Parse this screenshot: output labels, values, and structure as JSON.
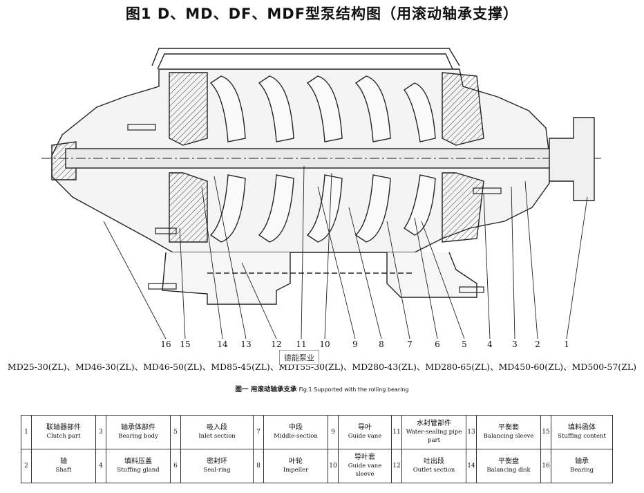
{
  "title": "图1  D、MD、DF、MDF型泵结构图（用滚动轴承支撑）",
  "callout_numbers": [
    "16",
    "15",
    "14",
    "13",
    "12",
    "11",
    "10",
    "9",
    "8",
    "7",
    "6",
    "5",
    "4",
    "3",
    "2",
    "1"
  ],
  "models": "MD25-30(ZL)、MD46-30(ZL)、MD46-50(ZL)、MD85-45(ZL)、MD155-30(ZL)、MD280-43(ZL)、MD280-65(ZL)、MD450-60(ZL)、MD500-57(ZL)",
  "caption_zh": "图一 用滚动轴承支承",
  "caption_en": "Fig.1 Supported with the rolling bearing",
  "watermark": "德能泵业",
  "parts": [
    {
      "num": "1",
      "zh": "联轴器部件",
      "en": "Clutch part"
    },
    {
      "num": "2",
      "zh": "轴",
      "en": "Shaft"
    },
    {
      "num": "3",
      "zh": "轴承体部件",
      "en": "Bearing body"
    },
    {
      "num": "4",
      "zh": "填料压盖",
      "en": "Stuffing gland"
    },
    {
      "num": "5",
      "zh": "吸入段",
      "en": "Inlet section"
    },
    {
      "num": "6",
      "zh": "密封环",
      "en": "Seal-ring"
    },
    {
      "num": "7",
      "zh": "中段",
      "en": "Middle-section"
    },
    {
      "num": "8",
      "zh": "叶轮",
      "en": "Impeller"
    },
    {
      "num": "9",
      "zh": "导叶",
      "en": "Guide vane"
    },
    {
      "num": "10",
      "zh": "导叶套",
      "en": "Guide vane sleeve"
    },
    {
      "num": "11",
      "zh": "水封管部件",
      "en": "Water-sealing pipe part"
    },
    {
      "num": "12",
      "zh": "吐出段",
      "en": "Outlet section"
    },
    {
      "num": "13",
      "zh": "平衡套",
      "en": "Balancing sleeve"
    },
    {
      "num": "14",
      "zh": "平衡盘",
      "en": "Balancing disk"
    },
    {
      "num": "15",
      "zh": "填料函体",
      "en": "Stuffing content"
    },
    {
      "num": "16",
      "zh": "轴承",
      "en": "Bearing"
    }
  ]
}
